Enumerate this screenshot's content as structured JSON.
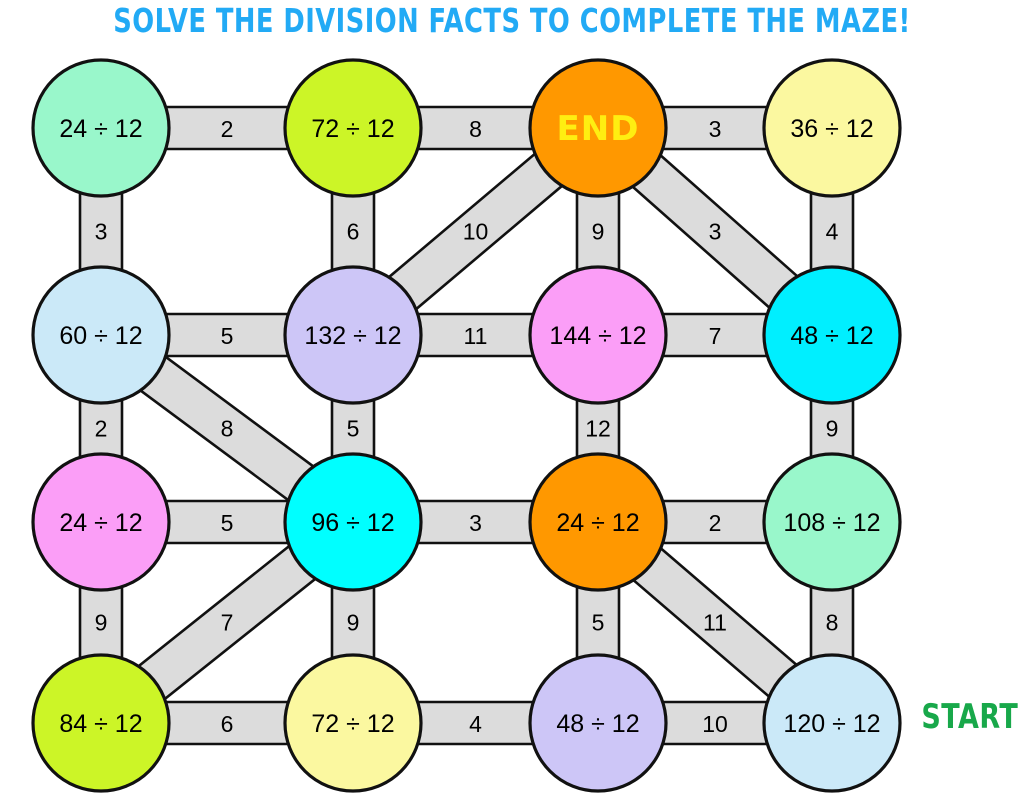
{
  "title": "SOLVE THE DIVISION FACTS TO COMPLETE THE MAZE!",
  "labels": {
    "start": "START",
    "end": "END"
  },
  "colors": {
    "title": "#22aaf5",
    "start": "#18a84a",
    "end_text": "#ffee11",
    "edge_fill": "#dcdcdc",
    "outline": "#111111",
    "background": "#ffffff"
  },
  "layout": {
    "columns_x": [
      101,
      353,
      598,
      832
    ],
    "rows_y": [
      128,
      335,
      522,
      723
    ],
    "radius": 68,
    "band_width": 42
  },
  "nodes": [
    {
      "id": "r1c1",
      "row": 1,
      "col": 1,
      "text": "24 ÷ 12",
      "color": "#99f7cb"
    },
    {
      "id": "r1c2",
      "row": 1,
      "col": 2,
      "text": "72 ÷ 12",
      "color": "#ccf527"
    },
    {
      "id": "r1c3",
      "row": 1,
      "col": 3,
      "text": "END",
      "color": "#ff9800",
      "is_end": true
    },
    {
      "id": "r1c4",
      "row": 1,
      "col": 4,
      "text": "36 ÷ 12",
      "color": "#fbf8a0"
    },
    {
      "id": "r2c1",
      "row": 2,
      "col": 1,
      "text": "60 ÷ 12",
      "color": "#cbe9f8"
    },
    {
      "id": "r2c2",
      "row": 2,
      "col": 2,
      "text": "132 ÷ 12",
      "color": "#cdc6f7"
    },
    {
      "id": "r2c3",
      "row": 2,
      "col": 3,
      "text": "144 ÷ 12",
      "color": "#fb9ef7"
    },
    {
      "id": "r2c4",
      "row": 2,
      "col": 4,
      "text": "48 ÷ 12",
      "color": "#00efff"
    },
    {
      "id": "r3c1",
      "row": 3,
      "col": 1,
      "text": "24 ÷ 12",
      "color": "#fb9ef7"
    },
    {
      "id": "r3c2",
      "row": 3,
      "col": 2,
      "text": "96 ÷ 12",
      "color": "#00ffff"
    },
    {
      "id": "r3c3",
      "row": 3,
      "col": 3,
      "text": "24 ÷ 12",
      "color": "#ff9800"
    },
    {
      "id": "r3c4",
      "row": 3,
      "col": 4,
      "text": "108 ÷ 12",
      "color": "#99f7cb"
    },
    {
      "id": "r4c1",
      "row": 4,
      "col": 1,
      "text": "84 ÷ 12",
      "color": "#ccf527"
    },
    {
      "id": "r4c2",
      "row": 4,
      "col": 2,
      "text": "72 ÷ 12",
      "color": "#fbf8a0"
    },
    {
      "id": "r4c3",
      "row": 4,
      "col": 3,
      "text": "48 ÷ 12",
      "color": "#cdc6f7"
    },
    {
      "id": "r4c4",
      "row": 4,
      "col": 4,
      "text": "120 ÷ 12",
      "color": "#cbe9f8"
    }
  ],
  "edges": [
    {
      "from": "r1c1",
      "to": "r1c2",
      "label": "2"
    },
    {
      "from": "r1c2",
      "to": "r1c3",
      "label": "8"
    },
    {
      "from": "r1c3",
      "to": "r1c4",
      "label": "3"
    },
    {
      "from": "r1c1",
      "to": "r2c1",
      "label": "3"
    },
    {
      "from": "r1c2",
      "to": "r2c2",
      "label": "6"
    },
    {
      "from": "r1c3",
      "to": "r2c2",
      "label": "10"
    },
    {
      "from": "r1c3",
      "to": "r2c3",
      "label": "9"
    },
    {
      "from": "r1c3",
      "to": "r2c4",
      "label": "3"
    },
    {
      "from": "r1c4",
      "to": "r2c4",
      "label": "4"
    },
    {
      "from": "r2c1",
      "to": "r2c2",
      "label": "5"
    },
    {
      "from": "r2c2",
      "to": "r2c3",
      "label": "11"
    },
    {
      "from": "r2c3",
      "to": "r2c4",
      "label": "7"
    },
    {
      "from": "r2c1",
      "to": "r3c1",
      "label": "2"
    },
    {
      "from": "r2c1",
      "to": "r3c2",
      "label": "8"
    },
    {
      "from": "r2c2",
      "to": "r3c2",
      "label": "5"
    },
    {
      "from": "r2c3",
      "to": "r3c3",
      "label": "12"
    },
    {
      "from": "r2c4",
      "to": "r3c4",
      "label": "9"
    },
    {
      "from": "r3c1",
      "to": "r3c2",
      "label": "5"
    },
    {
      "from": "r3c2",
      "to": "r3c3",
      "label": "3"
    },
    {
      "from": "r3c3",
      "to": "r3c4",
      "label": "2"
    },
    {
      "from": "r3c1",
      "to": "r4c1",
      "label": "9"
    },
    {
      "from": "r3c2",
      "to": "r4c1",
      "label": "7"
    },
    {
      "from": "r3c2",
      "to": "r4c2",
      "label": "9"
    },
    {
      "from": "r3c3",
      "to": "r4c3",
      "label": "5"
    },
    {
      "from": "r3c3",
      "to": "r4c4",
      "label": "11"
    },
    {
      "from": "r3c4",
      "to": "r4c4",
      "label": "8"
    },
    {
      "from": "r4c1",
      "to": "r4c2",
      "label": "6"
    },
    {
      "from": "r4c2",
      "to": "r4c3",
      "label": "4"
    },
    {
      "from": "r4c3",
      "to": "r4c4",
      "label": "10"
    }
  ]
}
